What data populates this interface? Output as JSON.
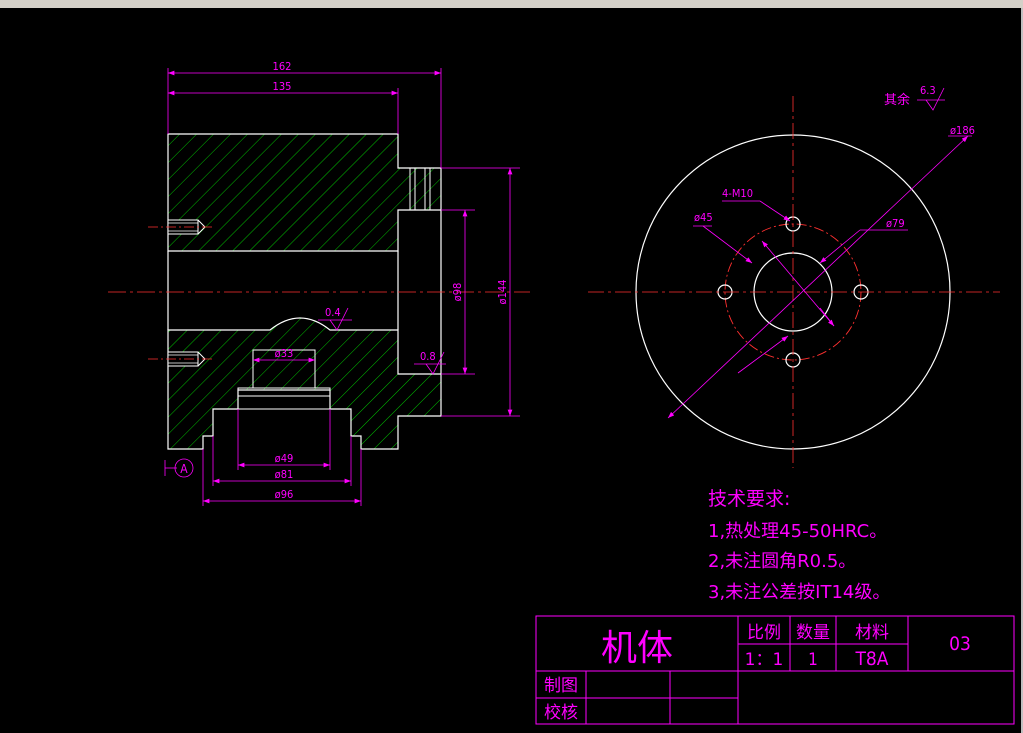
{
  "colors": {
    "background": "#000000",
    "outline": "#ffffff",
    "dimension": "#ff00ff",
    "centerline": "#ff3030",
    "hatch": "#00c000",
    "title_block": "#ff00ff"
  },
  "section_view": {
    "dims": {
      "overall_length": "162",
      "body_length": "135",
      "dia_98": "ø98",
      "dia_144": "ø144",
      "dia_33": "ø33",
      "dia_49": "ø49",
      "dia_81": "ø81",
      "dia_96": "ø96"
    },
    "roughness_1": "0.4",
    "roughness_2": "0.8",
    "datum_label": "A"
  },
  "end_view": {
    "dims": {
      "dia_186": "ø186",
      "dia_79": "ø79",
      "dia_45": "ø45",
      "thread": "4-M10"
    },
    "surface_note_text": "其余",
    "surface_note_value": "6.3"
  },
  "tech_requirements": {
    "title": "技术要求:",
    "items": [
      "1,热处理45-50HRC。",
      "2,未注圆角R0.5。",
      "3,未注公差按IT14级。"
    ]
  },
  "title_block": {
    "part_name": "机体",
    "scale_label": "比例",
    "quantity_label": "数量",
    "material_label": "材料",
    "scale_value": "1：1",
    "quantity_value": "1",
    "material_value": "T8A",
    "drawing_number": "03",
    "drawn_by_label": "制图",
    "checked_by_label": "校核"
  }
}
